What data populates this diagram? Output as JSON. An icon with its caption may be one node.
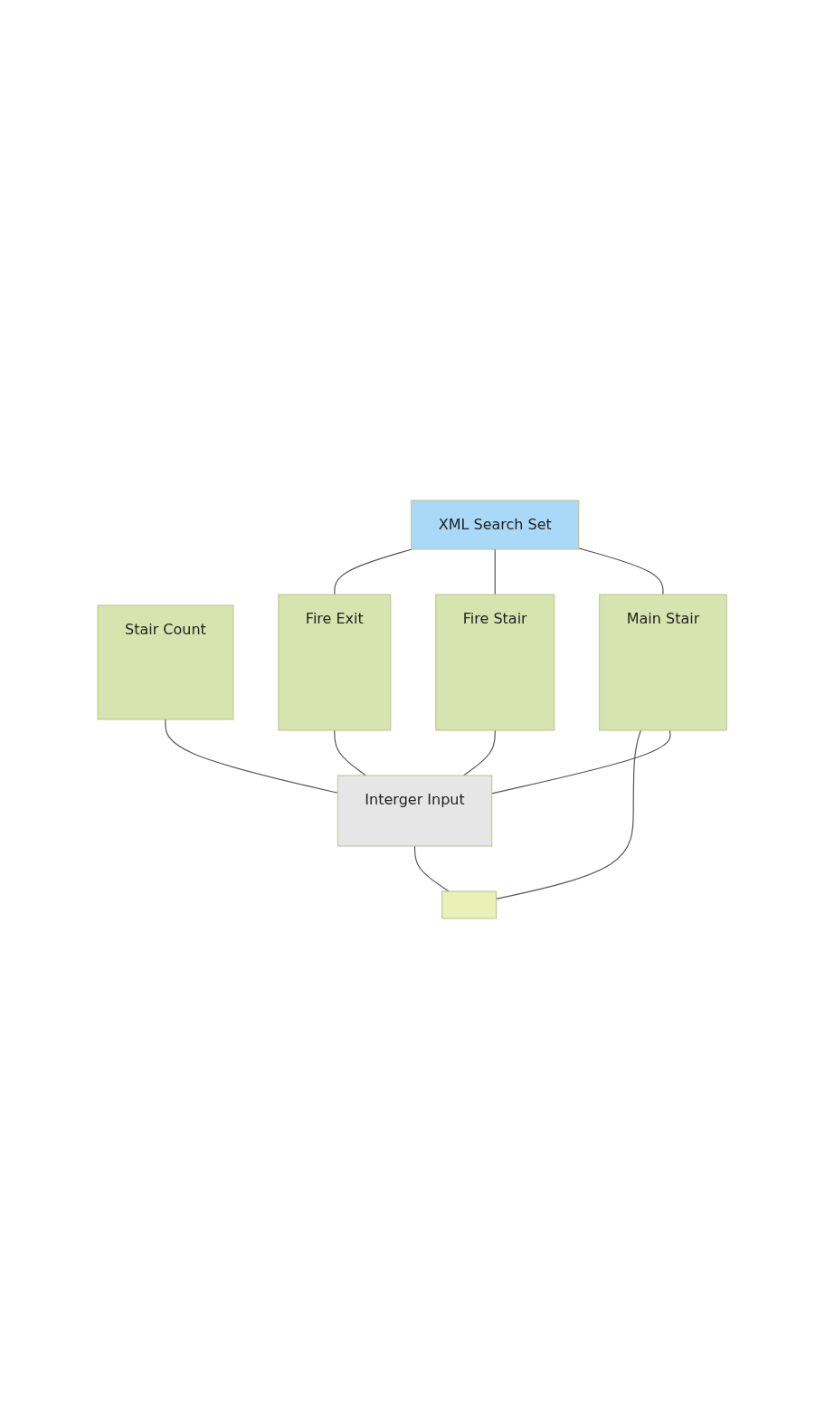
{
  "diagram": {
    "nodes": [
      {
        "text": [
          "XML Search Set"
        ]
      },
      {
        "text": [
          "Stair Count"
        ]
      },
      {
        "text": [
          "Main Stair"
        ]
      },
      {
        "text": [
          "Fire Stair"
        ]
      },
      {
        "text": [
          "Fire Exit"
        ]
      },
      {
        "text": [
          "Interger Input"
        ]
      },
      {
        "text": [],
        "shape": "box"
      }
    ],
    "edges": [
      {
        "from": 0,
        "to": 2,
        "arrow": "none"
      },
      {
        "from": 0,
        "to": 3,
        "arrow": "none"
      },
      {
        "from": 0,
        "to": 4,
        "arrow": "none"
      },
      {
        "from": 1,
        "to": 5,
        "arrow": "none"
      },
      {
        "from": 2,
        "to": 5,
        "arrow": "none"
      },
      {
        "from": 3,
        "to": 5,
        "arrow": "none"
      },
      {
        "from": 4,
        "to": 5,
        "arrow": "none"
      },
      {
        "from": 5,
        "to": 6,
        "arrow": "none"
      },
      {
        "from": 2,
        "to": 6,
        "arrow": "none"
      }
    ]
  }
}
